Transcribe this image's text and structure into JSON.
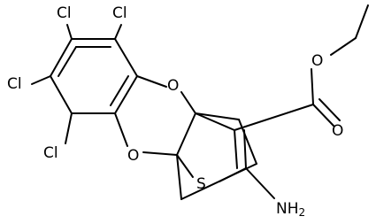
{
  "molecule": {
    "atoms": {
      "cl1": "Cl",
      "cl2": "Cl",
      "cl3": "Cl",
      "cl4": "Cl",
      "o_ring_top": "O",
      "o_ring_bottom": "O",
      "o_carbonyl": "O",
      "o_ester": "O",
      "sulfur": "S",
      "amine": "NH",
      "amine_subscript": "2"
    }
  }
}
